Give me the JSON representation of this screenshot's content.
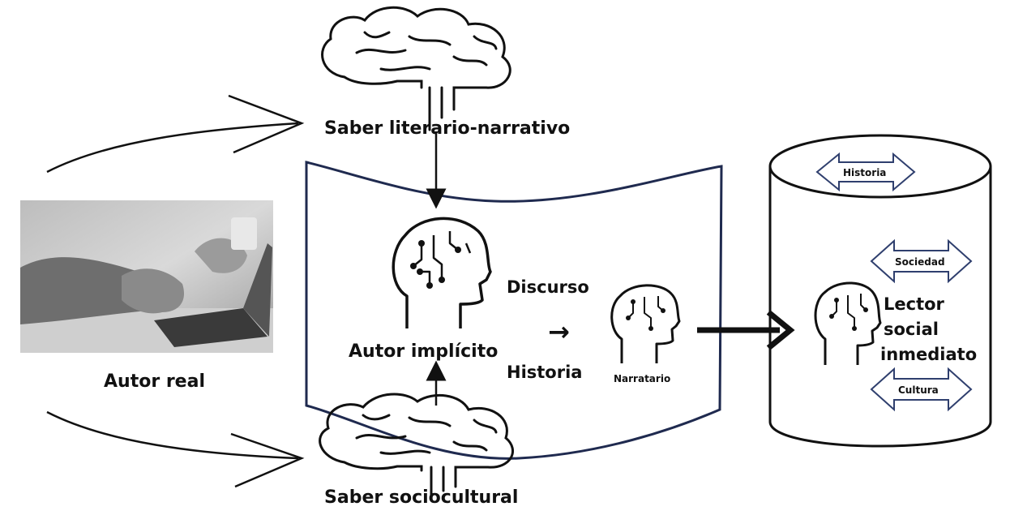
{
  "labels": {
    "saber_literario": "Saber literario-narrativo",
    "saber_sociocultural": "Saber sociocultural",
    "autor_real": "Autor real",
    "autor_implicito": "Autor implícito",
    "discurso": "Discurso",
    "historia_left": "Historia",
    "narratario": "Narratario",
    "lector_line1": "Lector",
    "lector_line2": "social",
    "lector_line3": "inmediato",
    "cyl_historia": "Historia",
    "cyl_sociedad": "Sociedad",
    "cyl_cultura": "Cultura",
    "arrow_glyph": "→"
  },
  "icons": {
    "brain_top": "brain-icon",
    "brain_bottom": "brain-icon",
    "head_large": "ai-head-icon",
    "head_narratario": "ai-head-icon",
    "head_lector": "ai-head-icon",
    "photo": "typing-laptop-photo"
  },
  "colors": {
    "scroll_stroke": "#1f2a4f",
    "cyl_arrow_stroke": "#2f3f6e",
    "ink": "#111111"
  }
}
